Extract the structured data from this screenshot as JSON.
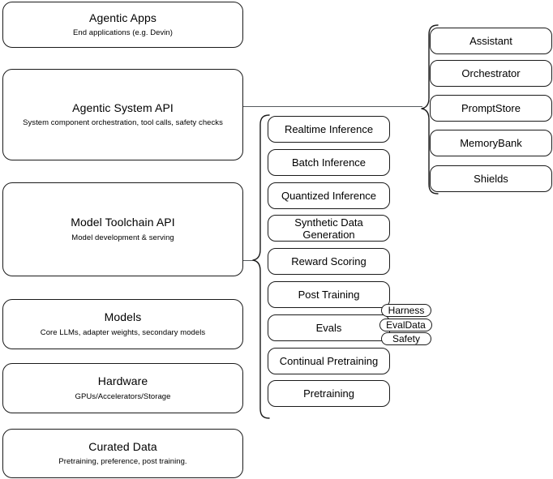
{
  "diagram": {
    "title": "AI Stack Layered Architecture Diagram",
    "line_color": "#1a1a1a",
    "connector_color": "#555a5e",
    "background": "#ffffff"
  },
  "stack_layers": [
    {
      "key": "agentic-apps",
      "title": "Agentic Apps",
      "subtitle": "End applications (e.g. Devin)"
    },
    {
      "key": "agentic-system-api",
      "title": "Agentic System API",
      "subtitle": "System component orchestration, tool calls, safety checks"
    },
    {
      "key": "model-toolchain-api",
      "title": "Model Toolchain API",
      "subtitle": "Model development & serving"
    },
    {
      "key": "models",
      "title": "Models",
      "subtitle": "Core LLMs, adapter weights, secondary models"
    },
    {
      "key": "hardware",
      "title": "Hardware",
      "subtitle": "GPUs/Accelerators/Storage"
    },
    {
      "key": "curated-data",
      "title": "Curated Data",
      "subtitle": "Pretraining, preference, post training."
    }
  ],
  "toolchain_components": [
    {
      "key": "realtime-inference",
      "label": "Realtime Inference"
    },
    {
      "key": "batch-inference",
      "label": "Batch Inference"
    },
    {
      "key": "quantized-inference",
      "label": "Quantized Inference"
    },
    {
      "key": "synthetic-data-generation",
      "label": "Synthetic Data Generation"
    },
    {
      "key": "reward-scoring",
      "label": "Reward Scoring"
    },
    {
      "key": "post-training",
      "label": "Post Training"
    },
    {
      "key": "evals",
      "label": "Evals"
    },
    {
      "key": "continual-pretraining",
      "label": "Continual Pretraining"
    },
    {
      "key": "pretraining",
      "label": "Pretraining"
    }
  ],
  "evals_subcomponents": [
    {
      "key": "harness",
      "label": "Harness"
    },
    {
      "key": "evaldata",
      "label": "EvalData"
    },
    {
      "key": "safety",
      "label": "Safety"
    }
  ],
  "agentic_system_components": [
    {
      "key": "assistant",
      "label": "Assistant"
    },
    {
      "key": "orchestrator",
      "label": "Orchestrator"
    },
    {
      "key": "promptstore",
      "label": "PromptStore"
    },
    {
      "key": "memorybank",
      "label": "MemoryBank"
    },
    {
      "key": "shields",
      "label": "Shields"
    }
  ]
}
